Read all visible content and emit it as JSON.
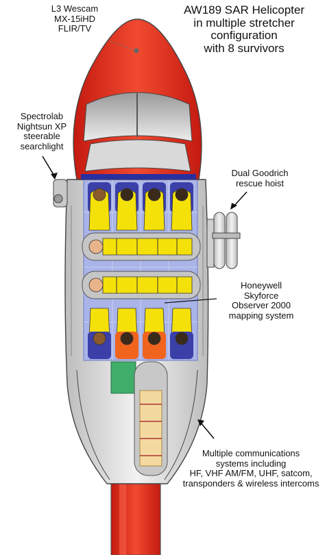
{
  "title": {
    "lines": [
      "AW189 SAR Helicopter",
      "in multiple stretcher",
      "configuration",
      "with 8 survivors"
    ]
  },
  "labels": {
    "flir": [
      "L3 Wescam",
      "MX-15iHD",
      "FLIR/TV"
    ],
    "searchlight": [
      "Spectrolab",
      "Nightsun XP",
      "steerable",
      "searchlight"
    ],
    "hoist": [
      "Dual Goodrich",
      "rescue hoist"
    ],
    "mapping": [
      "Honeywell",
      "Skyforce",
      "Observer 2000",
      "mapping system"
    ],
    "comms": [
      "Multiple communications",
      "systems including",
      "HF, VHF AM/FM, UHF, satcom,",
      "transponders & wireless intercoms"
    ]
  },
  "colors": {
    "nose_red": "#e8291c",
    "cabin_floor": "#aab4e8",
    "fuselage_gray": "#dcdcdc",
    "survivor_yellow": "#f5e10a",
    "seat_blue": "#3b3fa8",
    "seat_orange": "#f0641e",
    "console_green": "#3fae6a"
  },
  "survivors": {
    "front_row_seated": 4,
    "stretchers": 2,
    "rear_row_seated": 4
  }
}
